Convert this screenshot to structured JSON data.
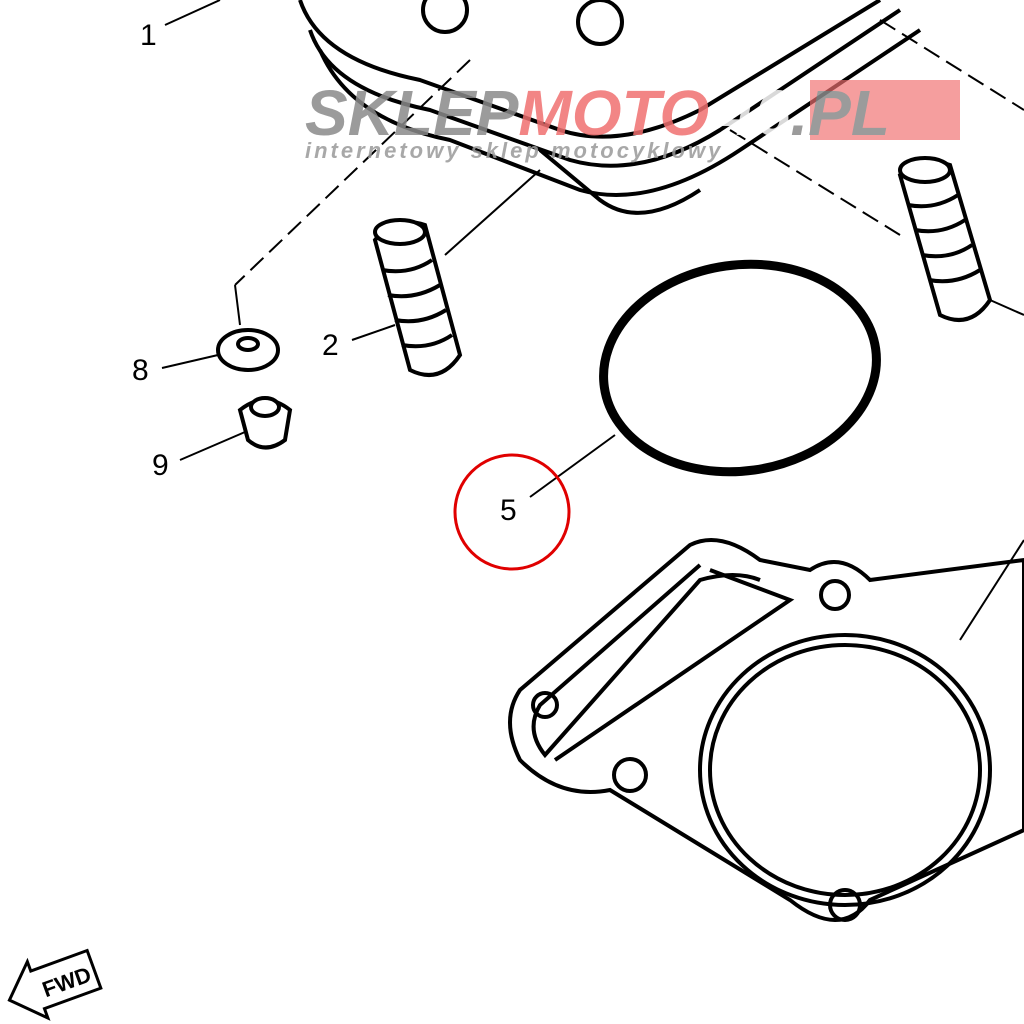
{
  "diagram": {
    "part_labels": [
      "1",
      "2",
      "5",
      "8",
      "9"
    ],
    "highlighted_part": "5",
    "highlight_color": "#e00000",
    "direction_marker": "FWD"
  },
  "watermark": {
    "brand_gray": "SKLEP",
    "brand_red": "MOTO",
    "brand_number": "46",
    "brand_suffix": ".PL",
    "tagline": "internetowy sklep motocyklowy",
    "gray_color": "#8a8a8a",
    "red_color": "#f07070"
  }
}
